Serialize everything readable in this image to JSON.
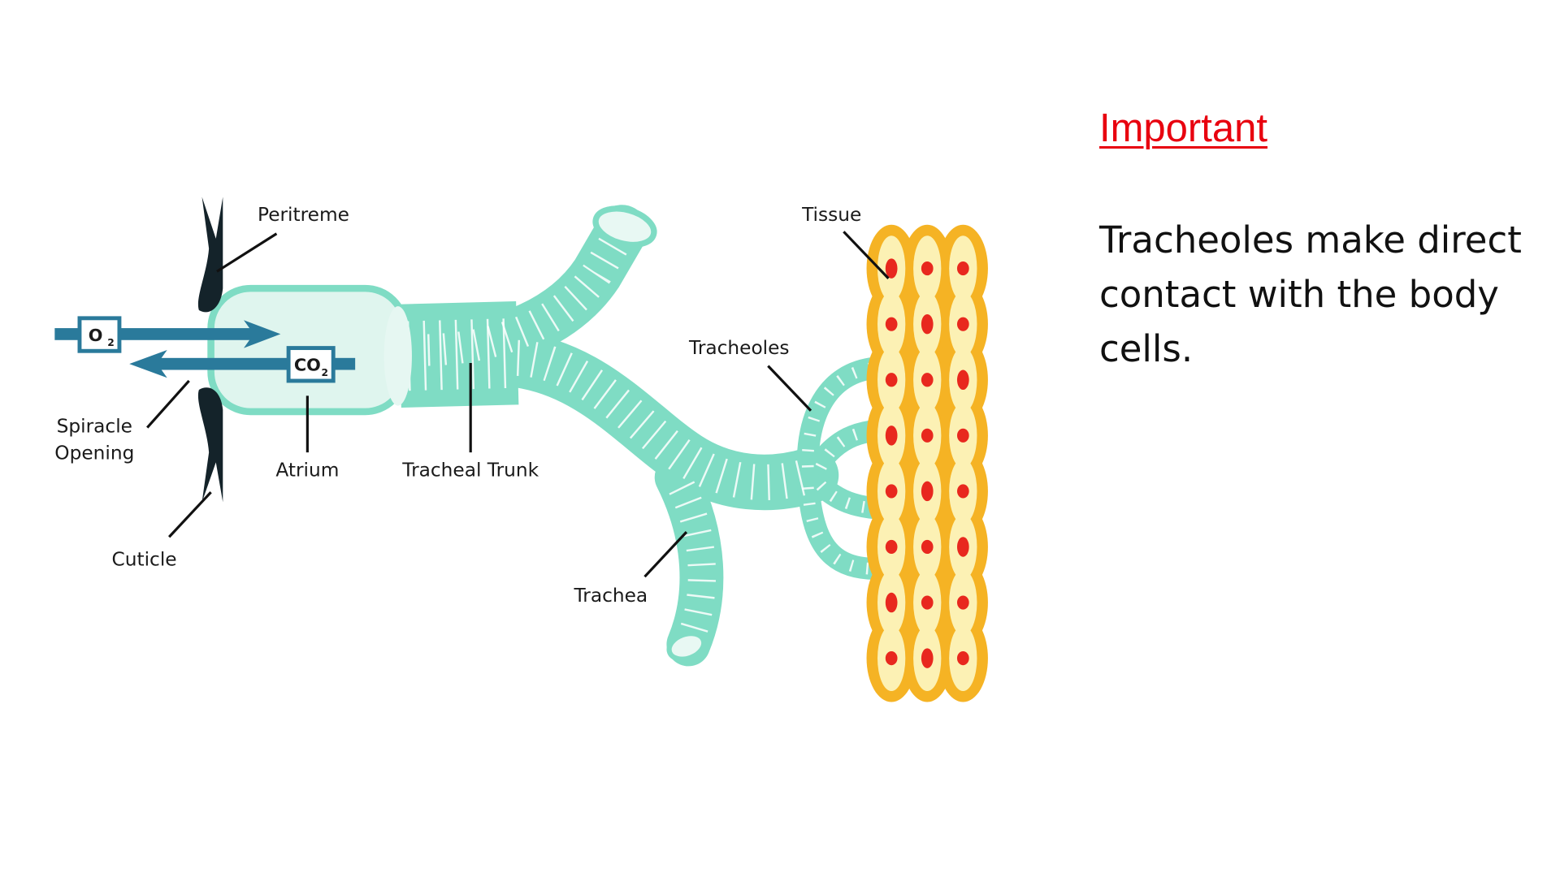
{
  "diagram": {
    "labels": {
      "peritreme": "Peritreme",
      "spiracle_line1": "Spiracle",
      "spiracle_line2": "Opening",
      "cuticle": "Cuticle",
      "atrium": "Atrium",
      "tracheal_trunk": "Tracheal Trunk",
      "trachea": "Trachea",
      "tracheoles": "Tracheoles",
      "tissue": "Tissue",
      "o2": "O",
      "o2_sub": "2",
      "co2": "CO",
      "co2_sub": "2"
    },
    "colors": {
      "tube": "#7fdcc4",
      "atrium_fill": "#dff5ee",
      "arrow": "#2a7a9b",
      "cuticle": "#14232a",
      "tissue_outer": "#f5b324",
      "tissue_inner": "#fcf1b4",
      "nucleus": "#e8281e"
    }
  },
  "side_note": {
    "heading": "Important",
    "text": "Tracheoles make direct contact with the body cells."
  }
}
